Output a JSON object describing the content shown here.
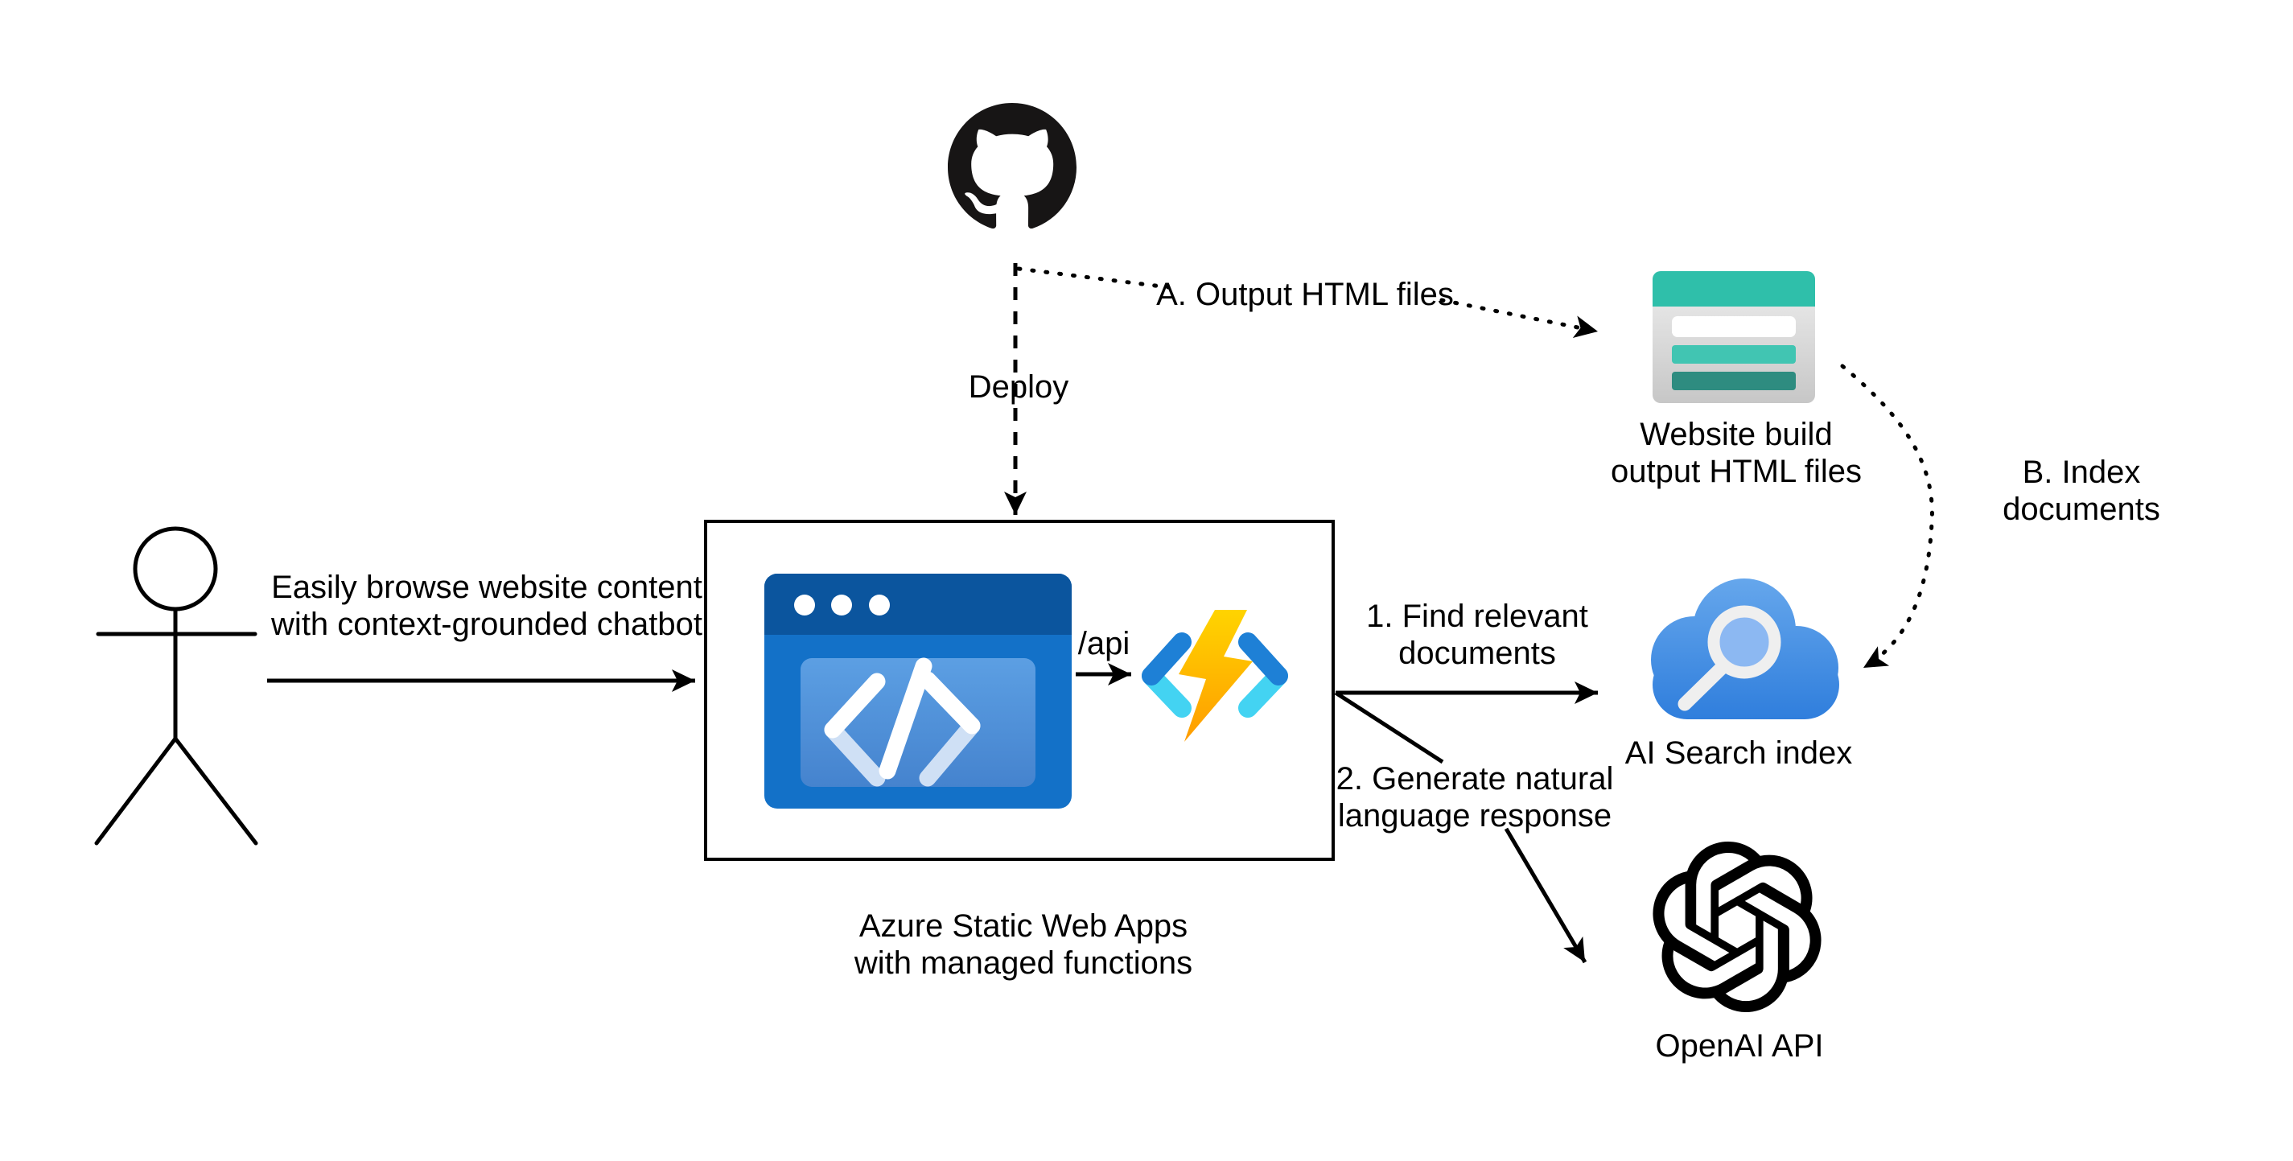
{
  "title": "Azure Static Web Apps context-grounded chatbot architecture",
  "nodes": {
    "github": {
      "icon": "github-logo"
    },
    "user": {
      "icon": "person-stick-figure"
    },
    "static_web_apps": {
      "label": "Azure Static Web Apps\nwith managed functions"
    },
    "website_build": {
      "label": "Website build\noutput HTML files"
    },
    "ai_search": {
      "label": "AI Search index"
    },
    "openai": {
      "label": "OpenAI API"
    }
  },
  "edges": {
    "browse": {
      "label": "Easily browse website content\nwith context-grounded chatbot"
    },
    "deploy": {
      "label": "Deploy"
    },
    "output_html": {
      "label": "A. Output HTML files"
    },
    "index_documents": {
      "label": "B. Index documents"
    },
    "api_route": {
      "label": "/api"
    },
    "find_documents": {
      "label": "1. Find relevant\ndocuments"
    },
    "generate_response": {
      "label": "2. Generate natural\nlanguage response"
    }
  },
  "colors": {
    "line_black": "#000000",
    "teal_header": "#2FBFAA",
    "teal_bar": "#41C5B2",
    "teal_dark_bar": "#2E8C80",
    "site_body_light": "#EFEFEF",
    "site_body_dark": "#C7C7C7",
    "browser_titlebar": "#0B559E",
    "browser_frame": "#1371C8",
    "panel_blue_light": "#5C9FE3",
    "panel_blue_dark": "#4583CE",
    "code_white": "#FFFFFF",
    "code_pale": "#CFE0F5",
    "functions_blue": "#1E80D6",
    "functions_cyan": "#43D3F2",
    "bolt_yellow": "#FFD400",
    "bolt_orange": "#FF9C00",
    "cloud_blue_light": "#66A7EC",
    "cloud_blue_dark": "#2E7DDC",
    "lens_blue": "#8CB8F2",
    "magnifier_gray": "#EFEFEF",
    "github_black": "#171515"
  }
}
